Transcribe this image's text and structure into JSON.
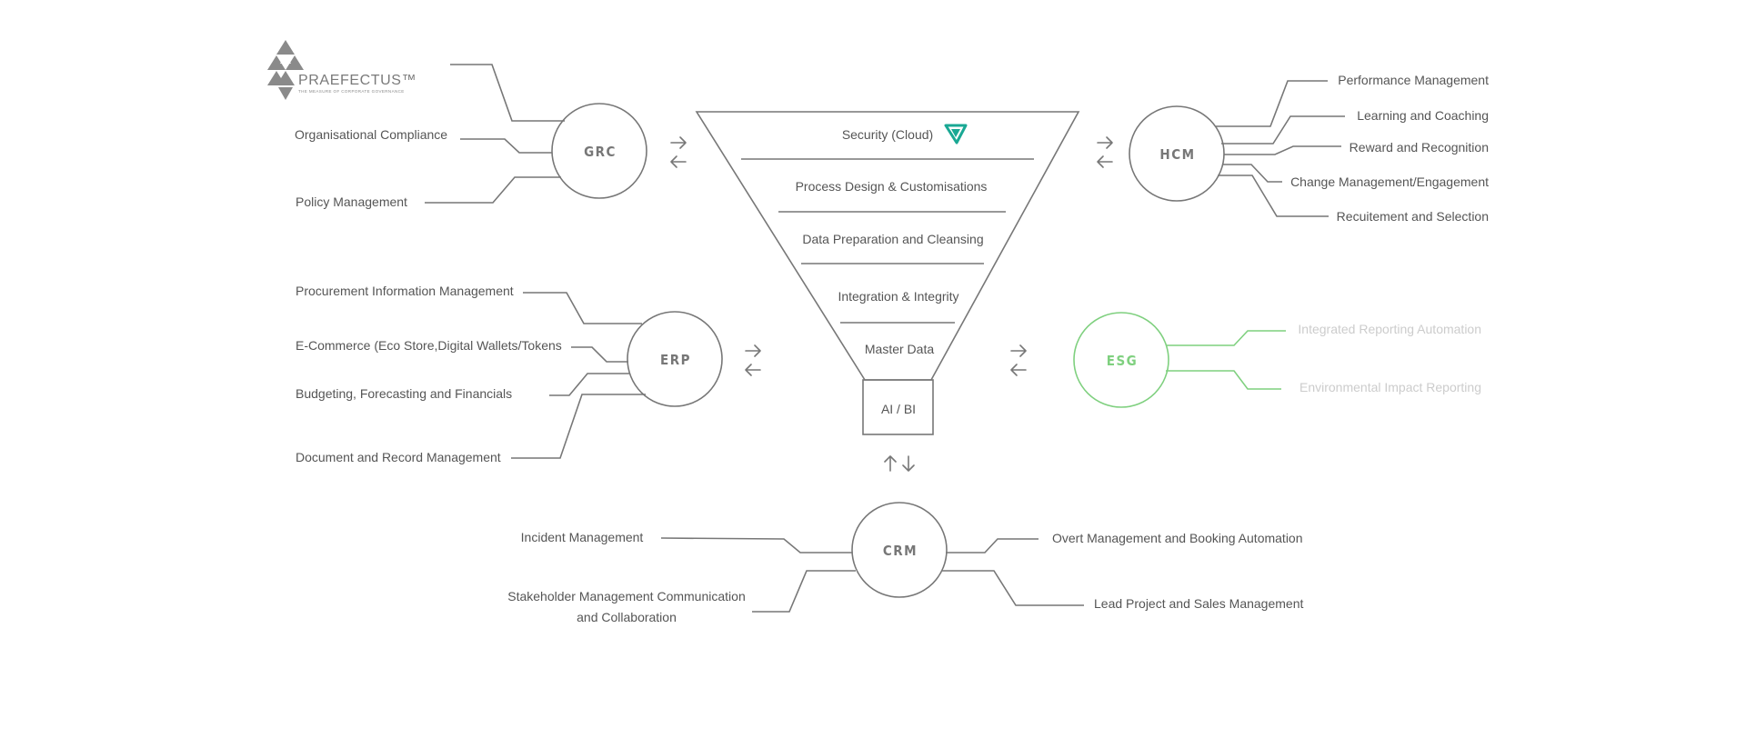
{
  "logo": {
    "name": "PRAEFECTUS™",
    "tagline": "THE MEASURE OF CORPORATE GOVERNANCE"
  },
  "funnel": {
    "layers": [
      "Security (Cloud)",
      "Process Design & Customisations",
      "Data Preparation and Cleansing",
      "Integration & Integrity",
      "Master Data"
    ],
    "core": "AI / BI"
  },
  "nodes": {
    "grc": {
      "label": "GRC",
      "items": [
        "Organisational Compliance",
        "Policy Management"
      ]
    },
    "hcm": {
      "label": "HCM",
      "items": [
        "Performance Management",
        "Learning and Coaching",
        "Reward and Recognition",
        "Change Management/Engagement",
        "Recuitement and Selection"
      ]
    },
    "erp": {
      "label": "ERP",
      "items": [
        "Procurement Information Management",
        "E-Commerce (Eco Store,Digital Wallets/Tokens",
        "Budgeting, Forecasting and Financials",
        "Document and Record Management"
      ]
    },
    "esg": {
      "label": "ESG",
      "items": [
        "Integrated Reporting Automation",
        "Environmental Impact Reporting"
      ]
    },
    "crm": {
      "label": "CRM",
      "items": [
        "Incident Management",
        "Stakeholder Management Communication",
        "and Collaboration",
        "Overt Management and Booking Automation",
        "Lead Project and Sales Management"
      ]
    }
  },
  "colors": {
    "line": "#777777",
    "text": "#555555",
    "accent_green": "#7fd07f",
    "faded_text": "#cccccc",
    "logo_mark": "#8a8a8a",
    "security_icon": "#1aa894"
  },
  "icons": [
    "praefectus-logo-icon",
    "teal-triangle-icon",
    "arrow-right-icon",
    "arrow-left-icon",
    "arrow-up-icon",
    "arrow-down-icon"
  ]
}
